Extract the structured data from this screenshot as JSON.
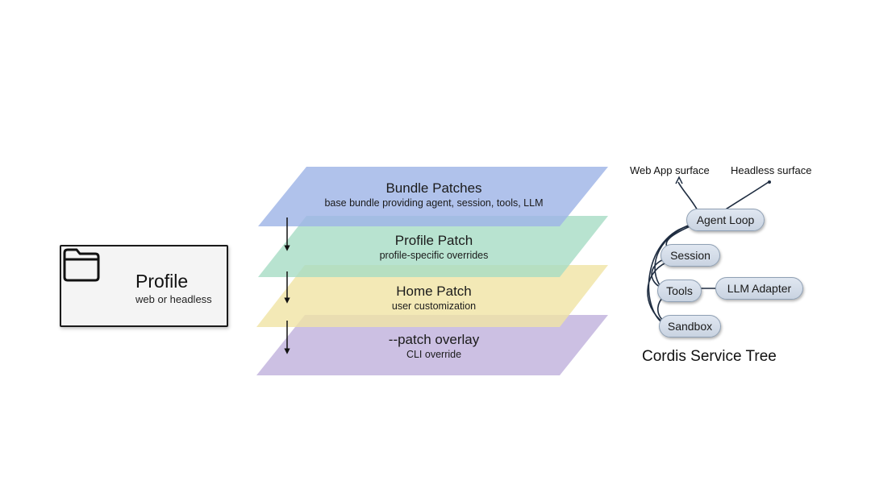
{
  "profile": {
    "title": "Profile",
    "subtitle": "web or headless",
    "icon": "folder-icon"
  },
  "layers": [
    {
      "title": "Bundle Patches",
      "subtitle": "base bundle providing agent, session, tools, LLM",
      "color": "#9fb4e6"
    },
    {
      "title": "Profile Patch",
      "subtitle": "profile-specific overrides",
      "color": "#a6dcc4"
    },
    {
      "title": "Home Patch",
      "subtitle": "user customization",
      "color": "#f0e4a4"
    },
    {
      "title": "--patch overlay",
      "subtitle": "CLI override",
      "color": "#c3b5de"
    }
  ],
  "service_tree": {
    "title": "Cordis Service Tree",
    "surfaces": [
      "Web App surface",
      "Headless surface"
    ],
    "nodes": {
      "agent_loop": "Agent Loop",
      "session": "Session",
      "tools": "Tools",
      "llm_adapter": "LLM Adapter",
      "sandbox": "Sandbox"
    },
    "node_color": "#d6dfeb"
  }
}
